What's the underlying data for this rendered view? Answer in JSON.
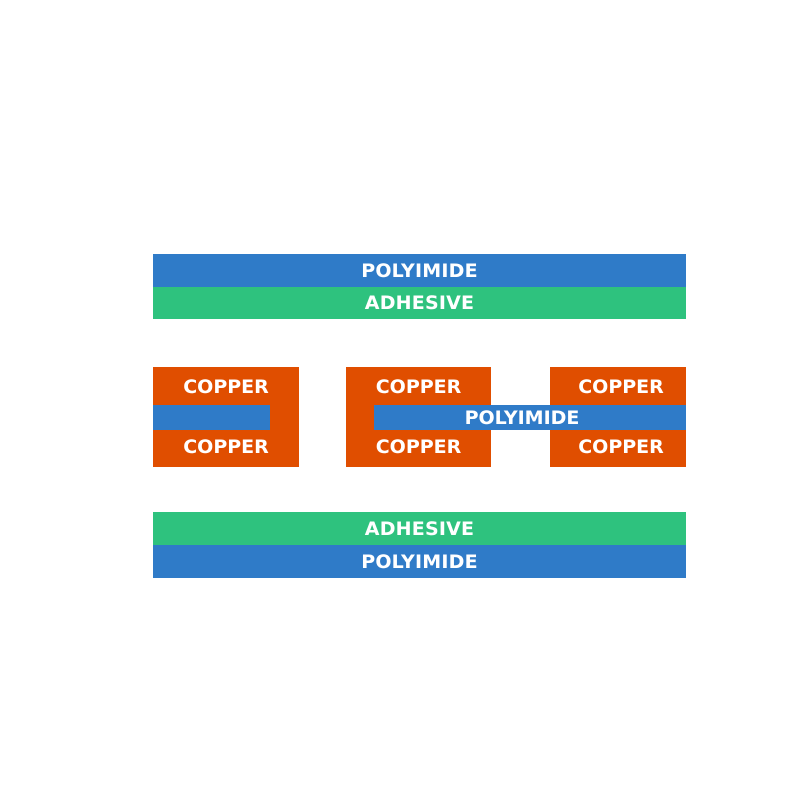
{
  "colors": {
    "polyimide": "#2f7bc8",
    "adhesive": "#2ec27e",
    "copper": "#e04e00",
    "background": "#ffffff"
  },
  "top_stack": {
    "polyimide_label": "POLYIMIDE",
    "adhesive_label": "ADHESIVE"
  },
  "core": {
    "left": {
      "top_copper_label": "COPPER",
      "bottom_copper_label": "COPPER"
    },
    "middle": {
      "top_copper_label": "COPPER",
      "bottom_copper_label": "COPPER"
    },
    "right": {
      "top_copper_label": "COPPER",
      "bottom_copper_label": "COPPER"
    },
    "polyimide_label": "POLYIMIDE"
  },
  "bottom_stack": {
    "adhesive_label": "ADHESIVE",
    "polyimide_label": "POLYIMIDE"
  }
}
